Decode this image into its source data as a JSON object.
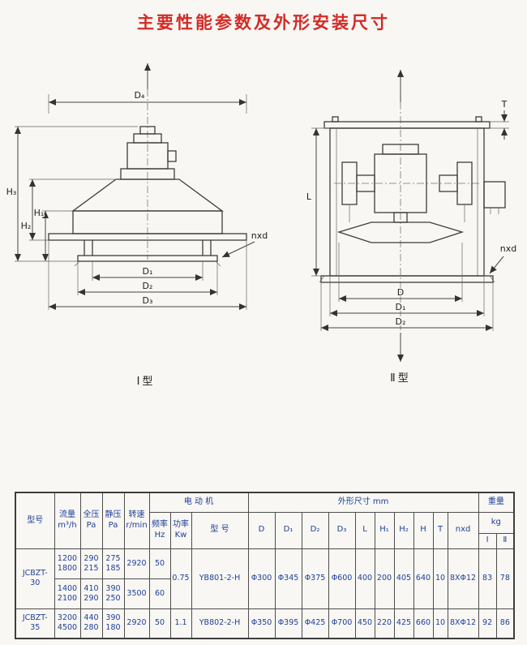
{
  "page": {
    "title": "主要性能参数及外形安装尺寸"
  },
  "diagram1": {
    "caption": "Ⅰ型",
    "labels": {
      "d4": "D₄",
      "h3": "H₃",
      "h2": "H₂",
      "h1": "H₁",
      "d1": "D₁",
      "d2": "D₂",
      "d3": "D₃",
      "nxd": "nxd"
    }
  },
  "diagram2": {
    "caption": "Ⅱ型",
    "labels": {
      "t": "T",
      "l": "L",
      "d": "D",
      "d1": "D₁",
      "d2": "D₂",
      "nxd": "nxd"
    }
  },
  "table": {
    "headers": {
      "model": "型号",
      "flow": "流量",
      "flow_unit": "m³/h",
      "total_pressure": "全压",
      "total_pressure_unit": "Pa",
      "static_pressure": "静压",
      "static_pressure_unit": "Pa",
      "speed": "转速",
      "speed_unit": "r/min",
      "motor_group": "电 动 机",
      "freq": "频率",
      "freq_unit": "Hz",
      "power": "功率",
      "power_unit": "Kw",
      "motor_model": "型 号",
      "dims_group": "外形尺寸 mm",
      "dims": [
        "D",
        "D₁",
        "D₂",
        "D₃",
        "L",
        "H₁",
        "H₂",
        "H",
        "T",
        "nxd"
      ],
      "weight_group": "重量",
      "weight_unit": "kg",
      "weight_i": "Ⅰ",
      "weight_ii": "Ⅱ"
    },
    "rows": [
      {
        "model": "JCBZT-\n30",
        "sub": [
          {
            "flow": "1200\n1800",
            "total_pressure": "290\n215",
            "static_pressure": "275\n185",
            "speed": "2920",
            "freq": "50"
          },
          {
            "flow": "1400\n2100",
            "total_pressure": "410\n290",
            "static_pressure": "390\n250",
            "speed": "3500",
            "freq": "60"
          }
        ],
        "power": "0.75",
        "motor_model": "YB801-2-H",
        "dims": [
          "Φ300",
          "Φ345",
          "Φ375",
          "Φ600",
          "400",
          "200",
          "405",
          "640",
          "10",
          "8XΦ12"
        ],
        "weight_i": "83",
        "weight_ii": "78"
      },
      {
        "model": "JCBZT-\n35",
        "sub": [
          {
            "flow": "3200\n4500",
            "total_pressure": "440\n280",
            "static_pressure": "390\n180",
            "speed": "2920",
            "freq": "50"
          }
        ],
        "power": "1.1",
        "motor_model": "YB802-2-H",
        "dims": [
          "Φ350",
          "Φ395",
          "Φ425",
          "Φ700",
          "450",
          "220",
          "425",
          "660",
          "10",
          "8XΦ12"
        ],
        "weight_i": "92",
        "weight_ii": "86"
      }
    ]
  }
}
